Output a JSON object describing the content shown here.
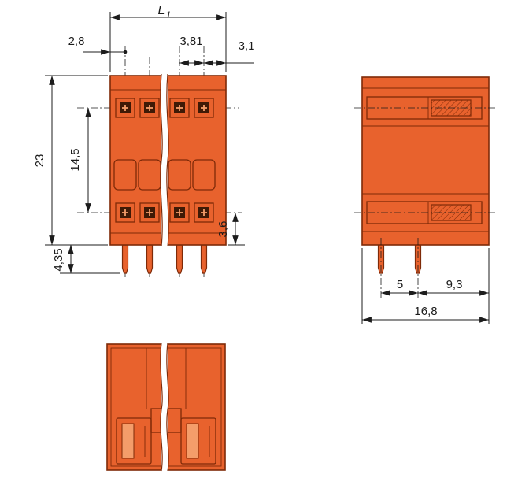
{
  "colors": {
    "background": "#ffffff",
    "body_orange": "#e8622d",
    "body_stroke": "#7e2a08",
    "detail_dark": "#3f1a06",
    "body_light": "#f49d6a",
    "line_color": "#1c1c1c"
  },
  "front_view": {
    "dimensions": {
      "total_length_main": "L",
      "total_length_sub": "1",
      "left_edge_to_first_pole": "2,8",
      "pole_pitch": "3,81",
      "last_pole_to_right_edge": "3,1",
      "total_height": "23",
      "row_spacing": "14,5",
      "lower_row_axis_to_bottom": "3,6",
      "pin_length": "4,35"
    }
  },
  "side_view": {
    "dimensions": {
      "pin_row_distance": "5",
      "pin_to_back_edge": "9,3",
      "total_depth": "16,8"
    }
  }
}
